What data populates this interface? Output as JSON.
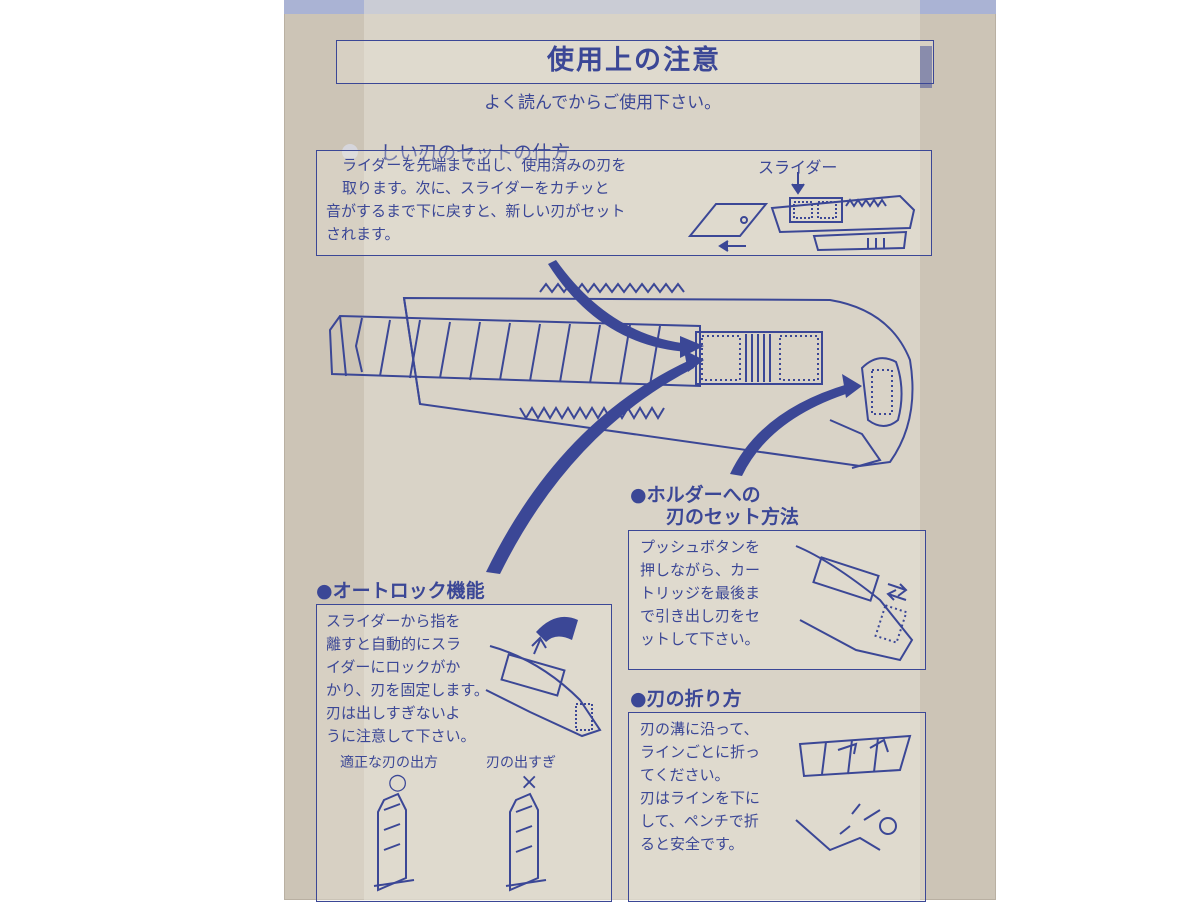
{
  "header": {
    "title": "使用上の注意",
    "subtitle": "よく読んでからご使用下さい。"
  },
  "sections": {
    "new_blade": {
      "heading": "しい刃のセットの仕方",
      "lines": [
        "ライダーを先端まで出し、使用済みの刃を",
        "取ります。次に、スライダーをカチッと",
        "音がするまで下に戻すと、新しい刃がセット",
        "されます。"
      ],
      "callout": "スライダー"
    },
    "holder": {
      "heading_lines": [
        "●ホルダーへの",
        "刃のセット方法"
      ],
      "lines": [
        "プッシュボタンを",
        "押しながら、カー",
        "トリッジを最後ま",
        "で引き出し刃をセ",
        "ットして下さい。"
      ]
    },
    "autolock": {
      "heading": "●オートロック機能",
      "lines": [
        "スライダーから指を",
        "離すと自動的にスラ",
        "イダーにロックがか",
        "かり、刃を固定します。",
        "刃は出しすぎないよ",
        "うに注意して下さい。"
      ],
      "good_label": "適正な刃の出方",
      "good_mark": "○",
      "bad_label": "刃の出すぎ",
      "bad_mark": "×"
    },
    "breaking": {
      "heading": "●刃の折り方",
      "lines": [
        "刃の溝に沿って、",
        "ラインごとに折っ",
        "てください。",
        "刃はラインを下に",
        "して、ペンチで折",
        "ると安全です。"
      ]
    }
  },
  "colors": {
    "ink": "#3b4796",
    "card": "#ccc4b6",
    "background": "#ffffff"
  }
}
